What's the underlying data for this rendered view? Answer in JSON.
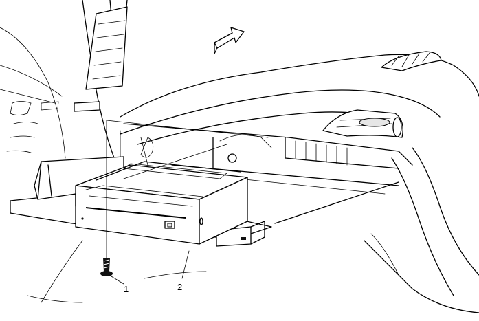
{
  "callouts": [
    {
      "id": "screw",
      "label": "1"
    },
    {
      "id": "radio-unit",
      "label": "2"
    }
  ]
}
